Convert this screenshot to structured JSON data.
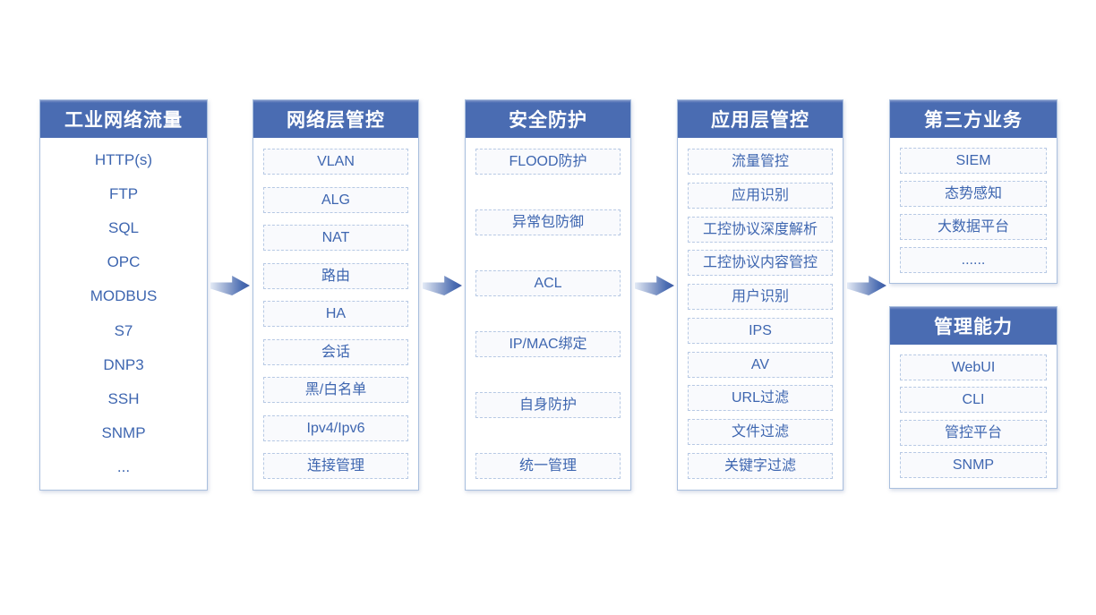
{
  "colors": {
    "header_bg": "#4a6cb2",
    "header_text": "#ffffff",
    "item_text": "#3e66b0",
    "item_border": "#b7c9e4",
    "item_bg": "#f9fafd",
    "column_border": "#a9bfde",
    "arrow": "#4a6cb2"
  },
  "columns": [
    {
      "title": "工业网络流量",
      "items": [
        "HTTP(s)",
        "FTP",
        "SQL",
        "OPC",
        "MODBUS",
        "S7",
        "DNP3",
        "SSH",
        "SNMP",
        "..."
      ]
    },
    {
      "title": "网络层管控",
      "items": [
        "VLAN",
        "ALG",
        "NAT",
        "路由",
        "HA",
        "会话",
        "黑/白名单",
        "Ipv4/Ipv6",
        "连接管理"
      ]
    },
    {
      "title": "安全防护",
      "items": [
        "FLOOD防护",
        "异常包防御",
        "ACL",
        "IP/MAC绑定",
        "自身防护",
        "统一管理"
      ]
    },
    {
      "title": "应用层管控",
      "items": [
        "流量管控",
        "应用识别",
        "工控协议深度解析",
        "工控协议内容管控",
        "用户识别",
        "IPS",
        "AV",
        "URL过滤",
        "文件过滤",
        "关键字过滤"
      ]
    },
    {
      "title": "第三方业务",
      "items": [
        "SIEM",
        "态势感知",
        "大数据平台",
        "......"
      ]
    },
    {
      "title": "管理能力",
      "items": [
        "WebUI",
        "CLI",
        "管控平台",
        "SNMP"
      ]
    }
  ]
}
